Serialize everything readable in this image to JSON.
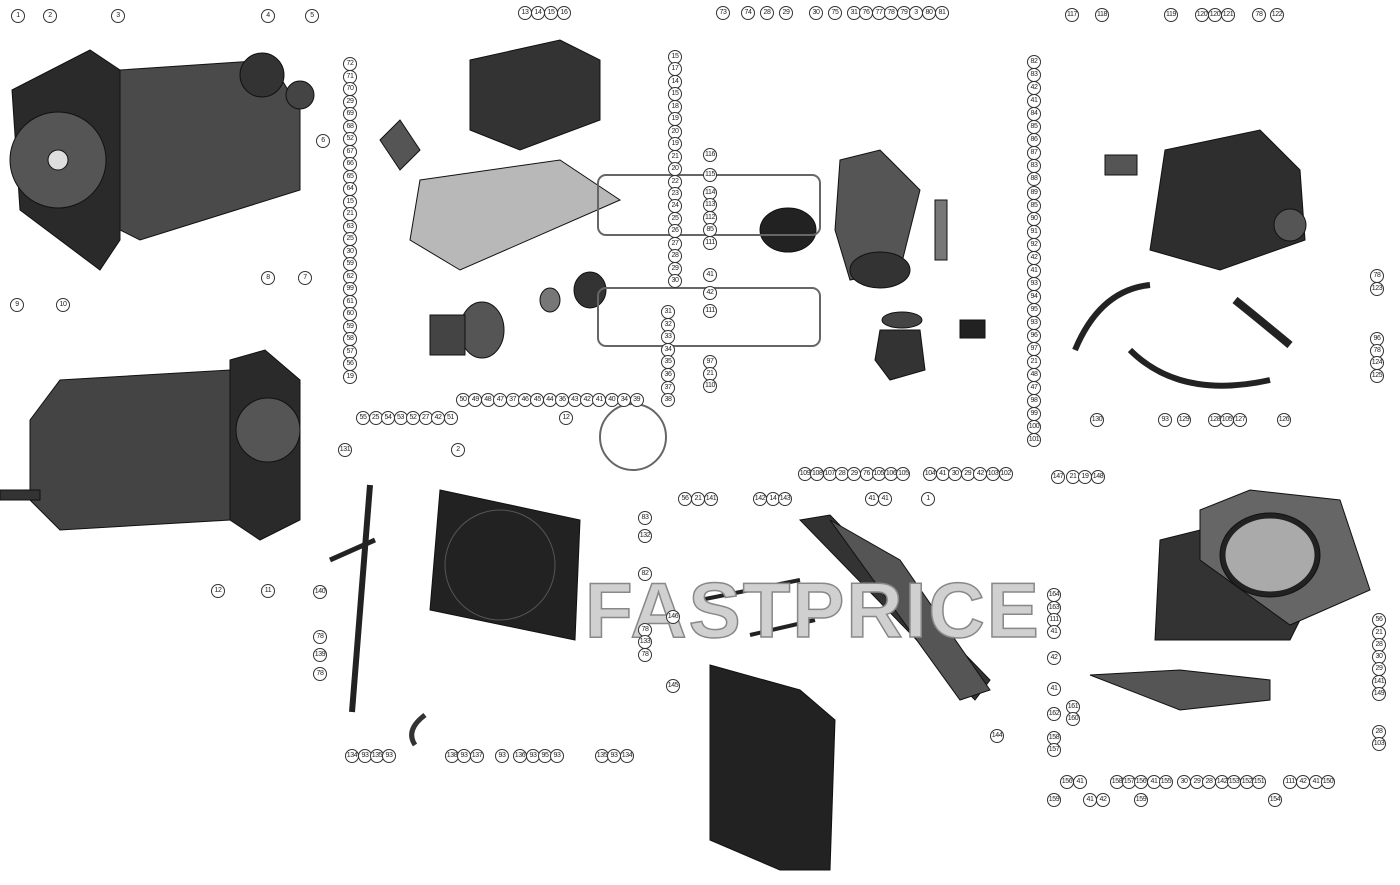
{
  "watermark": "FASTPRICE",
  "callouts": {
    "A": [
      "1",
      "2",
      "3",
      "4",
      "5"
    ],
    "B": [
      "6",
      "7",
      "8"
    ],
    "C": [
      "9",
      "10",
      "11",
      "12"
    ],
    "D": [
      "13",
      "14",
      "15",
      "16"
    ],
    "E": [
      "72",
      "71",
      "70",
      "29",
      "69",
      "68",
      "52",
      "67",
      "66",
      "65",
      "64",
      "15",
      "21",
      "63",
      "25",
      "30",
      "59",
      "62",
      "99",
      "61",
      "60",
      "59",
      "58",
      "57",
      "56",
      "19"
    ],
    "F": [
      "15",
      "17",
      "14",
      "15",
      "18",
      "19",
      "20",
      "19",
      "21",
      "20",
      "22",
      "23",
      "24",
      "25",
      "26",
      "27",
      "28",
      "29",
      "30"
    ],
    "G": [
      "31",
      "32",
      "33",
      "34",
      "35",
      "36",
      "37",
      "38"
    ],
    "H": [
      "50",
      "49",
      "48",
      "47",
      "37",
      "46",
      "45",
      "44",
      "36",
      "43",
      "42",
      "41",
      "40",
      "34",
      "39"
    ],
    "I": [
      "55",
      "25",
      "54",
      "53",
      "52",
      "27",
      "42",
      "51",
      "12"
    ],
    "J": [
      "73",
      "74",
      "28",
      "29",
      "30",
      "75",
      "31",
      "76",
      "77",
      "78",
      "79",
      "3",
      "80",
      "81"
    ],
    "K": [
      "82",
      "83",
      "42",
      "41",
      "84",
      "85",
      "86",
      "87",
      "83",
      "88",
      "89",
      "85",
      "90",
      "91",
      "92",
      "42",
      "41",
      "93",
      "94",
      "95",
      "93",
      "96",
      "97",
      "21",
      "48",
      "47",
      "98",
      "99",
      "100",
      "101"
    ],
    "L": [
      "116",
      "115",
      "114",
      "113",
      "112",
      "85",
      "111",
      "41",
      "42",
      "111",
      "97",
      "21",
      "110"
    ],
    "M": [
      "109",
      "108",
      "107",
      "28",
      "29",
      "76",
      "105",
      "106",
      "105",
      "104",
      "41",
      "30",
      "29",
      "42",
      "103",
      "102"
    ],
    "N": [
      "117",
      "118",
      "119",
      "120",
      "120",
      "121",
      "78",
      "122"
    ],
    "O": [
      "78",
      "123",
      "96",
      "78",
      "124",
      "125",
      "130",
      "93",
      "129",
      "128",
      "105",
      "127",
      "126"
    ],
    "P": [
      "131",
      "2",
      "83",
      "132",
      "82",
      "140",
      "78",
      "139",
      "78",
      "78",
      "133",
      "78",
      "134",
      "93",
      "135",
      "93",
      "138",
      "93",
      "137",
      "93",
      "136",
      "93",
      "95",
      "93",
      "135",
      "93",
      "134"
    ],
    "Q": [
      "56",
      "21",
      "141",
      "142",
      "14",
      "143",
      "41",
      "41",
      "1",
      "146",
      "145",
      "144"
    ],
    "R": [
      "147",
      "21",
      "19",
      "148",
      "164",
      "163",
      "111",
      "41",
      "42",
      "41",
      "162",
      "161",
      "160",
      "158",
      "157",
      "159",
      "56",
      "21",
      "28",
      "30",
      "29",
      "141",
      "149",
      "28",
      "103",
      "156",
      "41",
      "158",
      "157",
      "156",
      "41",
      "155",
      "30",
      "29",
      "28",
      "142",
      "153",
      "152",
      "151",
      "111",
      "42",
      "41",
      "150",
      "41",
      "42",
      "159",
      "154"
    ]
  }
}
